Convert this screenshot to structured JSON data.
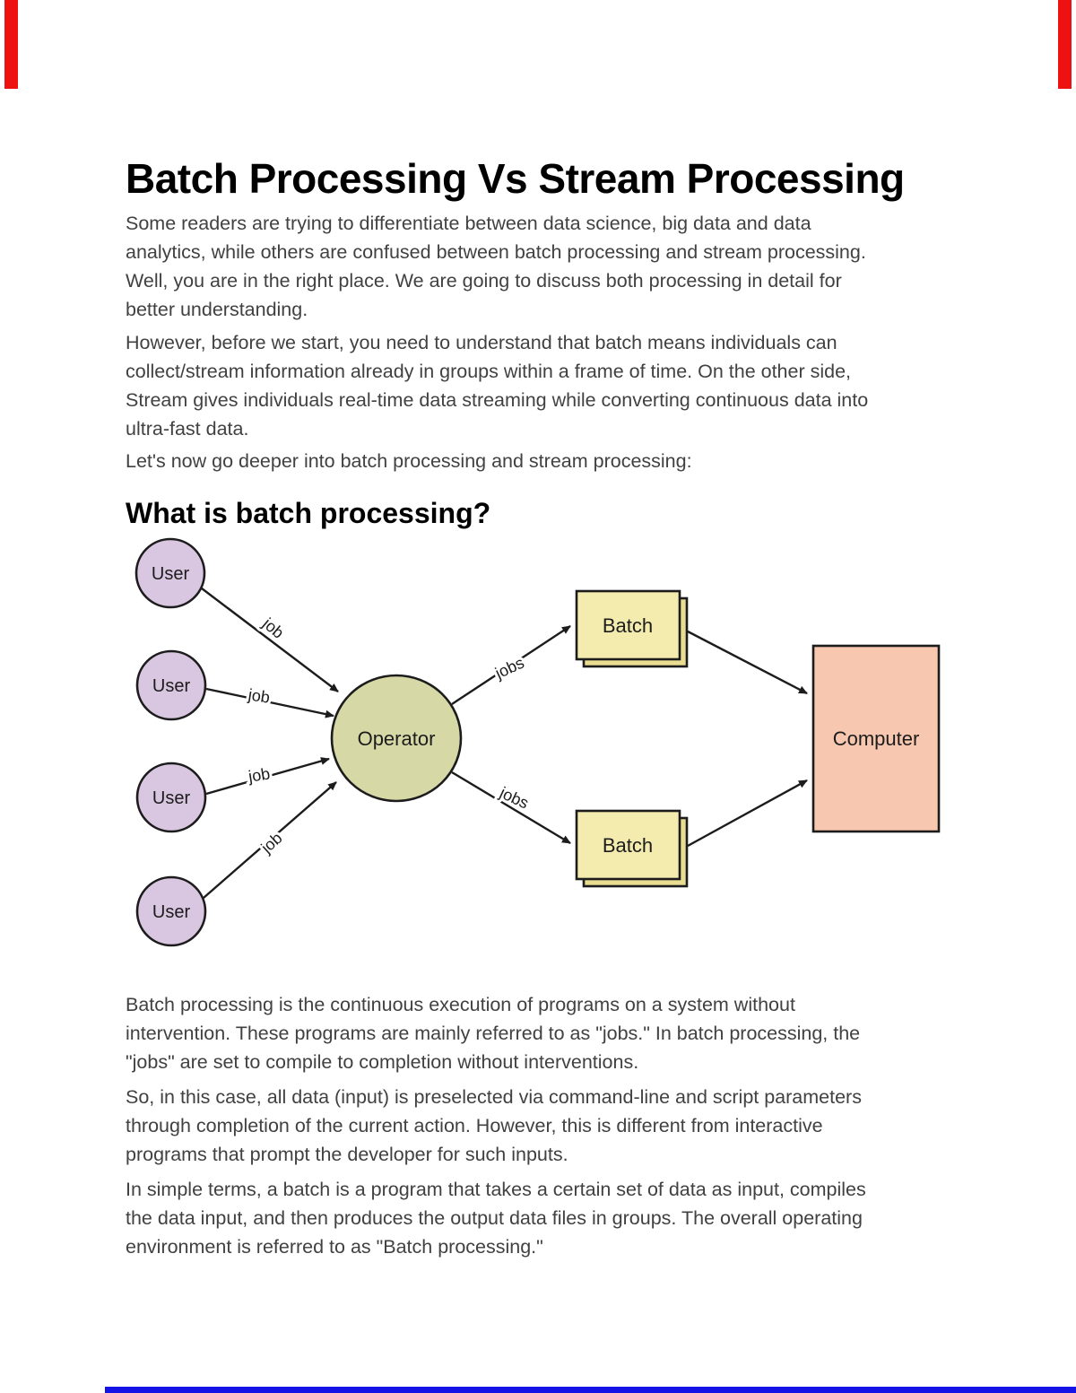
{
  "document": {
    "title": "Batch Processing Vs Stream Processing",
    "intro_paragraph_1": [
      "Some readers are trying to differentiate between data science, big data and data",
      "analytics, while others are confused between batch processing and stream processing.",
      "Well, you are in the right place. We are going to discuss both processing in detail for",
      "better understanding."
    ],
    "intro_paragraph_2": [
      "However, before we start, you need to understand that batch means individuals can",
      "collect/stream information already in groups within a frame of time. On the other side,",
      "Stream gives individuals real-time data streaming while converting continuous data into",
      "ultra-fast data."
    ],
    "intro_paragraph_3": [
      "Let's now go deeper into batch processing and stream processing:"
    ],
    "section_heading": "What is batch processing?",
    "body_paragraph_1": [
      "Batch processing is the continuous execution of programs on a system without",
      "intervention. These programs are mainly referred to as \"jobs.\" In batch processing, the",
      "\"jobs\" are set to compile to completion without interventions."
    ],
    "body_paragraph_2": [
      "So, in this case, all data (input) is preselected via command-line and script parameters",
      "through completion of the current action. However, this is different from interactive",
      "programs that prompt the developer for such inputs."
    ],
    "body_paragraph_3": [
      "In simple terms, a batch is a program that takes a certain set of data as input, compiles",
      "the data input, and then produces the output data files in groups. The overall operating",
      "environment is referred to as \"Batch processing.\""
    ]
  },
  "diagram": {
    "user_label": "User",
    "operator_label": "Operator",
    "batch_label_top": "Batch",
    "batch_label_bottom": "Batch",
    "computer_label": "Computer",
    "job_label_1": "job",
    "job_label_2": "job",
    "job_label_3": "job",
    "job_label_4": "job",
    "jobs_label_top": "jobs",
    "jobs_label_bottom": "jobs",
    "colors": {
      "user_fill": "#d9c6e0",
      "operator_fill": "#d6d8a6",
      "batch_fill": "#f4ebae",
      "batch_depth_fill": "#e9dd92",
      "computer_fill": "#f7c8af",
      "outline": "#1c1c1c"
    }
  },
  "page_marks": {
    "top_left_color": "#ee1111",
    "top_right_color": "#ee1111",
    "bottom_line_color": "#1414e6"
  }
}
